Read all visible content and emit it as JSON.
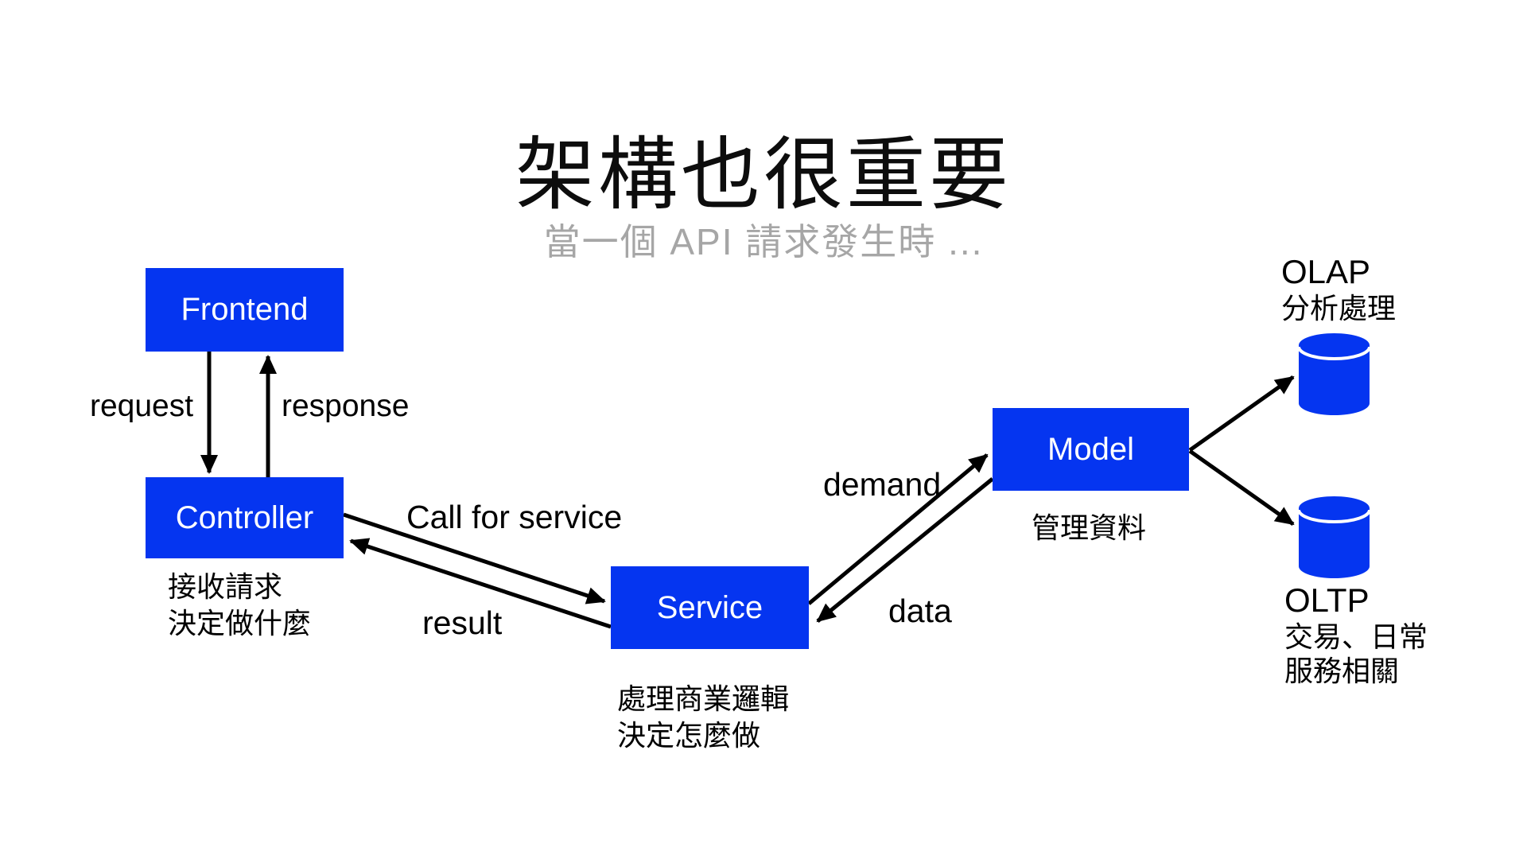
{
  "slide": {
    "title": "架構也很重要",
    "subtitle": "當一個 API 請求發生時 ..."
  },
  "nodes": {
    "frontend": {
      "label": "Frontend"
    },
    "controller": {
      "label": "Controller",
      "note1": "接收請求",
      "note2": "決定做什麼"
    },
    "service": {
      "label": "Service",
      "note1": "處理商業邏輯",
      "note2": "決定怎麼做"
    },
    "model": {
      "label": "Model",
      "note1": "管理資料"
    }
  },
  "arrows": {
    "request": "request",
    "response": "response",
    "call_for_service": "Call for service",
    "result": "result",
    "demand": "demand",
    "data": "data"
  },
  "databases": {
    "olap": {
      "name": "OLAP",
      "desc1": "分析處理"
    },
    "oltp": {
      "name": "OLTP",
      "desc1": "交易、日常",
      "desc2": "服務相關"
    }
  },
  "icons": {
    "olap": "database-cylinder-icon",
    "oltp": "database-cylinder-icon"
  },
  "colors": {
    "node_fill": "#0535f0",
    "node_text": "#ffffff",
    "arrow": "#000000",
    "title_text": "#0d0d0d",
    "subtitle_text": "#a6a6a6",
    "label_text": "#000000",
    "bg": "#ffffff"
  }
}
